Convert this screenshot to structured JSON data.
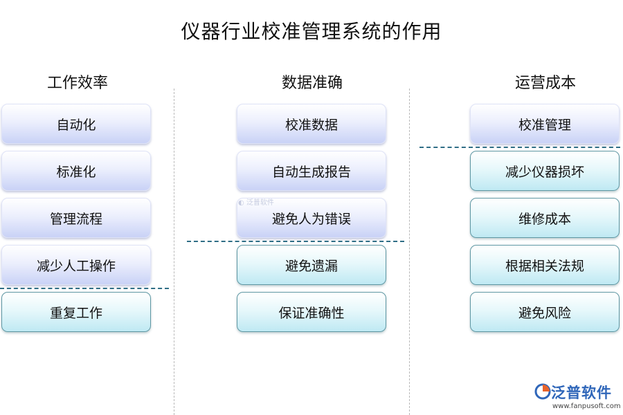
{
  "title": "仪器行业校准管理系统的作用",
  "columns": [
    {
      "header": "工作效率",
      "items": [
        "自动化",
        "标准化",
        "管理流程",
        "减少人工操作",
        "重复工作"
      ],
      "styles": [
        "purple",
        "purple",
        "purple",
        "purple",
        "cyan"
      ]
    },
    {
      "header": "数据准确",
      "items": [
        "校准数据",
        "自动生成报告",
        "避免人为错误",
        "避免遗漏",
        "保证准确性"
      ],
      "styles": [
        "purple",
        "purple",
        "purple",
        "cyan",
        "cyan"
      ]
    },
    {
      "header": "运营成本",
      "items": [
        "校准管理",
        "减少仪器损坏",
        "维修成本",
        "根据相关法规",
        "避免风险"
      ],
      "styles": [
        "purple",
        "cyan",
        "cyan",
        "cyan",
        "cyan"
      ]
    }
  ],
  "watermark": "泛普软件",
  "logo": {
    "brand": "泛普软件",
    "url": "www.fanpusoft.com"
  },
  "colors": {
    "purple_box": "#c9d2f6",
    "cyan_box": "#bfe9f3",
    "divider": "#2f6e86",
    "brand": "#2f66b9"
  }
}
